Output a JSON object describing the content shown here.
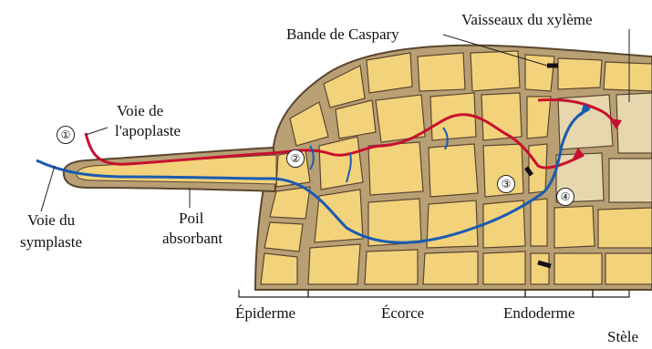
{
  "labels": {
    "bande_caspary": "Bande de Caspary",
    "vaisseaux_xyleme": "Vaisseaux du xylème",
    "voie_apoplaste_line1": "Voie de",
    "voie_apoplaste_line2": "l'apoplaste",
    "voie_symplaste_line1": "Voie du",
    "voie_symplaste_line2": "symplaste",
    "poil_absorbant_line1": "Poil",
    "poil_absorbant_line2": "absorbant",
    "epiderme": "Épiderme",
    "ecorce": "Écorce",
    "endoderme": "Endoderme",
    "stele": "Stèle"
  },
  "markers": [
    "①",
    "②",
    "③",
    "④"
  ],
  "colors": {
    "cell_fill": "#f3d27c",
    "cell_wall": "#b8a074",
    "cell_outline": "#5a4630",
    "apoplast_path": "#c8102e",
    "symplast_path": "#1a5bb0",
    "stele_cell": "#e6d7ae",
    "caspary_band": "#111111"
  }
}
